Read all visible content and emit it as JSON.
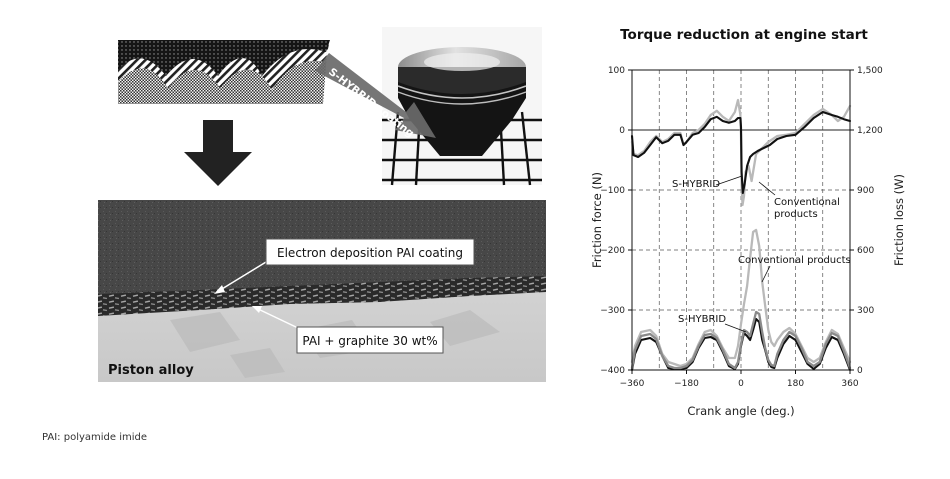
{
  "diagram": {
    "arrow_label": "S-HYBRID coating",
    "callout_coating": "Electron deposition PAI coating",
    "callout_graphite": "PAI + graphite 30 wt%",
    "substrate_label": "Piston alloy"
  },
  "footnote": "PAI: polyamide imide",
  "chart_data": {
    "type": "line",
    "title": "Torque reduction at engine start",
    "xlabel": "Crank angle (deg.)",
    "ylabel": "Friction force (N)",
    "y2label": "Friction loss (W)",
    "xlim": [
      -360,
      360
    ],
    "ylim": [
      -400,
      100
    ],
    "y2lim": [
      0,
      1500
    ],
    "xticks": [
      -360,
      -180,
      0,
      180,
      360
    ],
    "yticks": [
      100,
      0,
      -100,
      -200,
      -300,
      -400
    ],
    "y2ticks": [
      "1,500",
      "1,200",
      "900",
      "600",
      "300",
      "0"
    ],
    "grid": true,
    "annotations": {
      "shybrid_upper": "S-HYBRID",
      "conventional_upper_1": "Conventional",
      "conventional_upper_2": "products",
      "conventional_lower": "Conventional products",
      "shybrid_lower": "S-HYBRID"
    },
    "series": [
      {
        "axis": "left",
        "color": "#b9b9b9",
        "x": [
          -360,
          -355,
          -340,
          -320,
          -300,
          -280,
          -260,
          -240,
          -220,
          -200,
          -190,
          -180,
          -160,
          -140,
          -120,
          -100,
          -80,
          -60,
          -40,
          -20,
          -10,
          -2,
          0,
          2,
          5,
          10,
          15,
          25,
          35,
          50,
          70,
          90,
          120,
          150,
          180,
          210,
          240,
          270,
          300,
          320,
          340,
          360
        ],
        "y": [
          -20,
          -40,
          -42,
          -35,
          -20,
          -10,
          -20,
          -15,
          -5,
          -5,
          -25,
          -20,
          -5,
          0,
          10,
          25,
          32,
          22,
          15,
          30,
          50,
          25,
          -10,
          -90,
          -125,
          -110,
          -70,
          -60,
          -85,
          -40,
          -30,
          -20,
          -10,
          -8,
          -5,
          10,
          25,
          35,
          25,
          15,
          22,
          40
        ]
      },
      {
        "axis": "left",
        "color": "#111111",
        "x": [
          -360,
          -355,
          -340,
          -320,
          -300,
          -280,
          -260,
          -240,
          -220,
          -200,
          -190,
          -180,
          -160,
          -140,
          -120,
          -100,
          -80,
          -60,
          -40,
          -20,
          -10,
          -2,
          0,
          2,
          6,
          12,
          20,
          30,
          40,
          55,
          75,
          95,
          120,
          150,
          180,
          210,
          240,
          270,
          300,
          320,
          340,
          360
        ],
        "y": [
          -10,
          -42,
          -45,
          -38,
          -25,
          -12,
          -22,
          -18,
          -8,
          -8,
          -25,
          -20,
          -8,
          -5,
          5,
          18,
          22,
          15,
          12,
          15,
          20,
          20,
          5,
          -70,
          -105,
          -90,
          -60,
          -45,
          -40,
          -35,
          -30,
          -25,
          -15,
          -10,
          -8,
          5,
          20,
          30,
          25,
          22,
          18,
          15
        ]
      },
      {
        "axis": "right",
        "color": "#b9b9b9",
        "x": [
          -360,
          -350,
          -330,
          -300,
          -280,
          -260,
          -240,
          -220,
          -200,
          -180,
          -160,
          -140,
          -120,
          -100,
          -80,
          -60,
          -40,
          -20,
          -10,
          0,
          10,
          20,
          30,
          40,
          50,
          60,
          70,
          80,
          90,
          100,
          110,
          120,
          140,
          160,
          180,
          200,
          220,
          240,
          260,
          280,
          300,
          320,
          340,
          360
        ],
        "y": [
          40,
          120,
          190,
          200,
          170,
          80,
          40,
          30,
          20,
          30,
          60,
          130,
          190,
          200,
          170,
          110,
          60,
          60,
          120,
          230,
          330,
          420,
          560,
          690,
          700,
          620,
          440,
          320,
          200,
          140,
          120,
          150,
          190,
          210,
          180,
          120,
          60,
          40,
          60,
          140,
          200,
          180,
          110,
          40
        ]
      },
      {
        "axis": "right",
        "color": "#111111",
        "x": [
          -360,
          -350,
          -330,
          -300,
          -280,
          -260,
          -240,
          -220,
          -200,
          -180,
          -160,
          -140,
          -120,
          -100,
          -80,
          -60,
          -40,
          -20,
          -10,
          0,
          10,
          20,
          30,
          40,
          50,
          60,
          70,
          80,
          90,
          100,
          110,
          120,
          140,
          160,
          180,
          200,
          220,
          240,
          260,
          280,
          300,
          320,
          340,
          360
        ],
        "y": [
          0,
          80,
          150,
          160,
          140,
          70,
          10,
          5,
          5,
          10,
          40,
          110,
          160,
          165,
          150,
          90,
          20,
          5,
          30,
          120,
          185,
          170,
          150,
          200,
          255,
          240,
          150,
          100,
          40,
          15,
          10,
          60,
          130,
          170,
          150,
          90,
          30,
          5,
          30,
          110,
          165,
          150,
          80,
          0
        ]
      },
      {
        "axis": "right",
        "color": "#8a8a8a",
        "x": [
          -360,
          -350,
          -330,
          -300,
          -280,
          -260,
          -240,
          -220,
          -200,
          -180,
          -160,
          -140,
          -120,
          -100,
          -80,
          -60,
          -40,
          -20,
          -10,
          0,
          10,
          20,
          30,
          40,
          50,
          60,
          70,
          80,
          90,
          100,
          110,
          120,
          140,
          160,
          180,
          200,
          220,
          240,
          260,
          280,
          300,
          320,
          340,
          360
        ],
        "y": [
          10,
          100,
          170,
          180,
          155,
          70,
          20,
          10,
          10,
          20,
          50,
          120,
          175,
          180,
          160,
          100,
          30,
          10,
          40,
          130,
          200,
          190,
          170,
          230,
          290,
          280,
          190,
          110,
          50,
          25,
          20,
          80,
          150,
          190,
          170,
          110,
          40,
          20,
          40,
          130,
          185,
          170,
          95,
          10
        ]
      }
    ]
  }
}
